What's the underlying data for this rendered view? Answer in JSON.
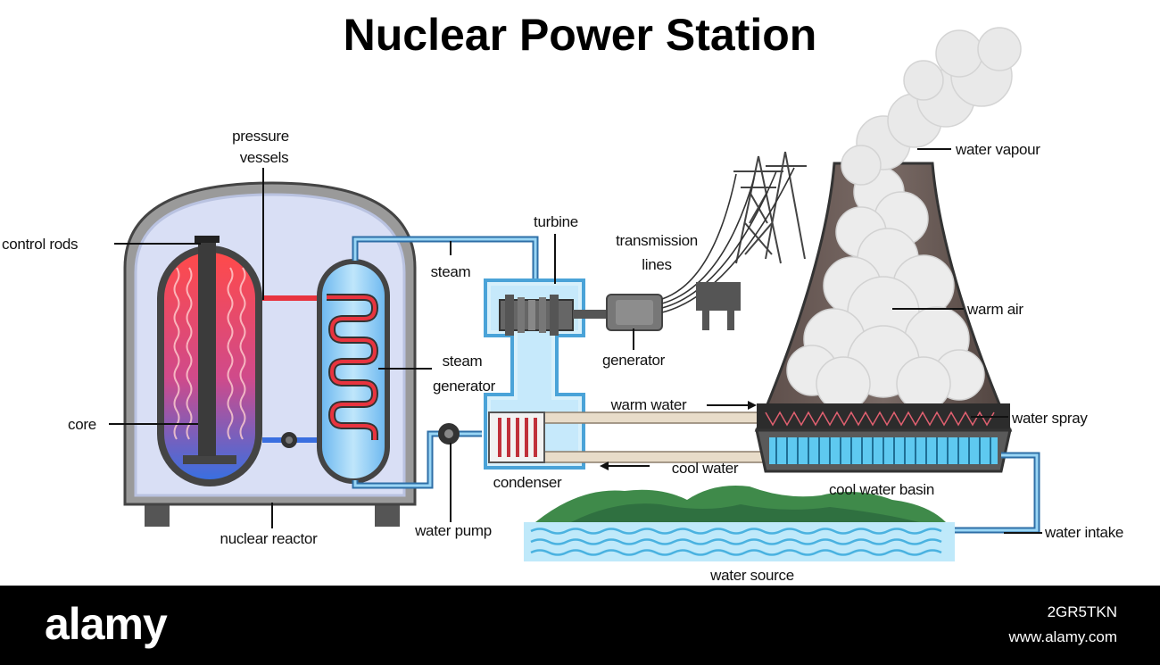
{
  "title": "Nuclear Power Station",
  "labels": {
    "pressure_vessels_1": "pressure",
    "pressure_vessels_2": "vessels",
    "control_rods": "control rods",
    "core": "core",
    "nuclear_reactor": "nuclear reactor",
    "steam": "steam",
    "steam_generator_1": "steam",
    "steam_generator_2": "generator",
    "turbine": "turbine",
    "transmission_lines_1": "transmission",
    "transmission_lines_2": "lines",
    "generator": "generator",
    "water_vapour": "water vapour",
    "warm_air": "warm air",
    "warm_water": "warm water",
    "water_spray": "water spray",
    "cool_water": "cool water",
    "cool_water_basin": "cool water basin",
    "condenser": "condenser",
    "water_pump": "water pump",
    "water_intake": "water intake",
    "water_source": "water source"
  },
  "watermark": {
    "logo": "alamy",
    "image_id": "2GR5TKN",
    "url": "www.alamy.com"
  },
  "colors": {
    "hot": "#e8343f",
    "cold": "#3a6fe0",
    "pipe": "#8fd0f0",
    "water": "#aee3f7",
    "tower": "#6b5c57",
    "hill": "#3f8a4a"
  }
}
